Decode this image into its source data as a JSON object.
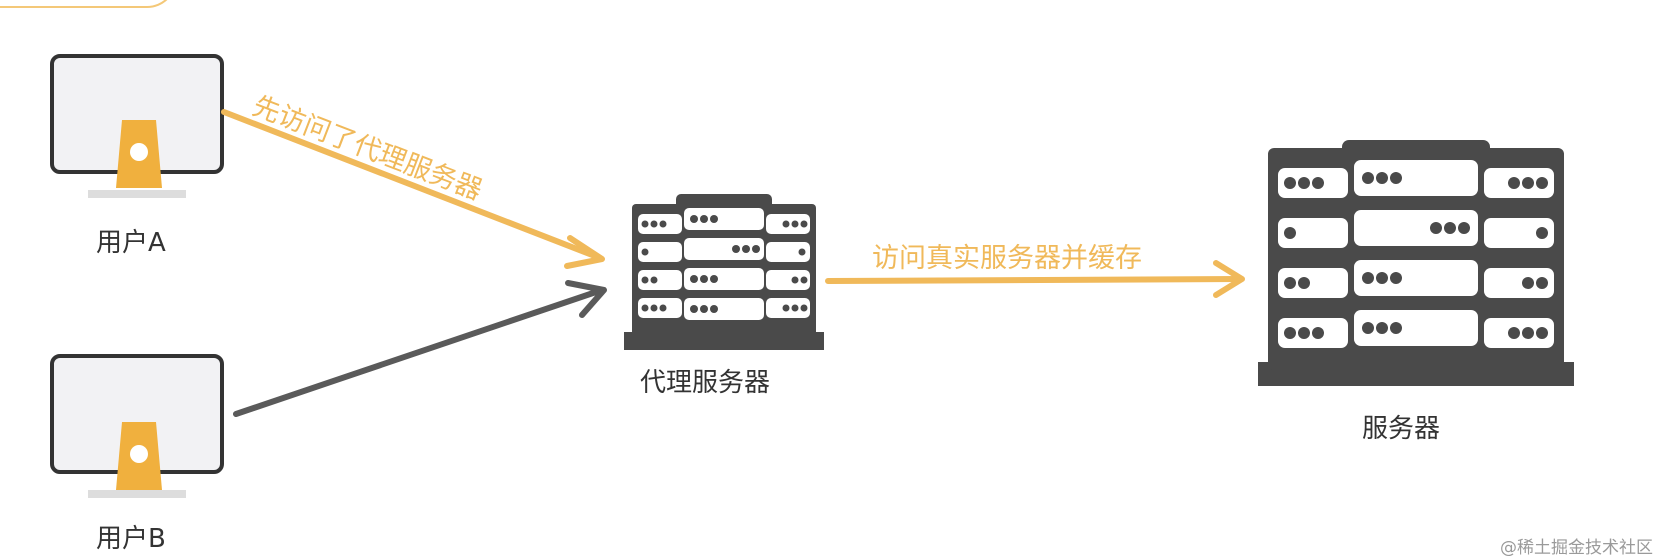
{
  "nodes": {
    "user_a": "用户A",
    "user_b": "用户B",
    "proxy": "代理服务器",
    "server": "服务器"
  },
  "edges": {
    "a_to_proxy": "先访问了代理服务器",
    "proxy_to_server": "访问真实服务器并缓存"
  },
  "watermark": "@稀土掘金技术社区",
  "colors": {
    "accent": "#f0b95a",
    "dark": "#4a4a4a",
    "monitor_fill": "#f2f2f4",
    "stand": "#f0b03e"
  }
}
